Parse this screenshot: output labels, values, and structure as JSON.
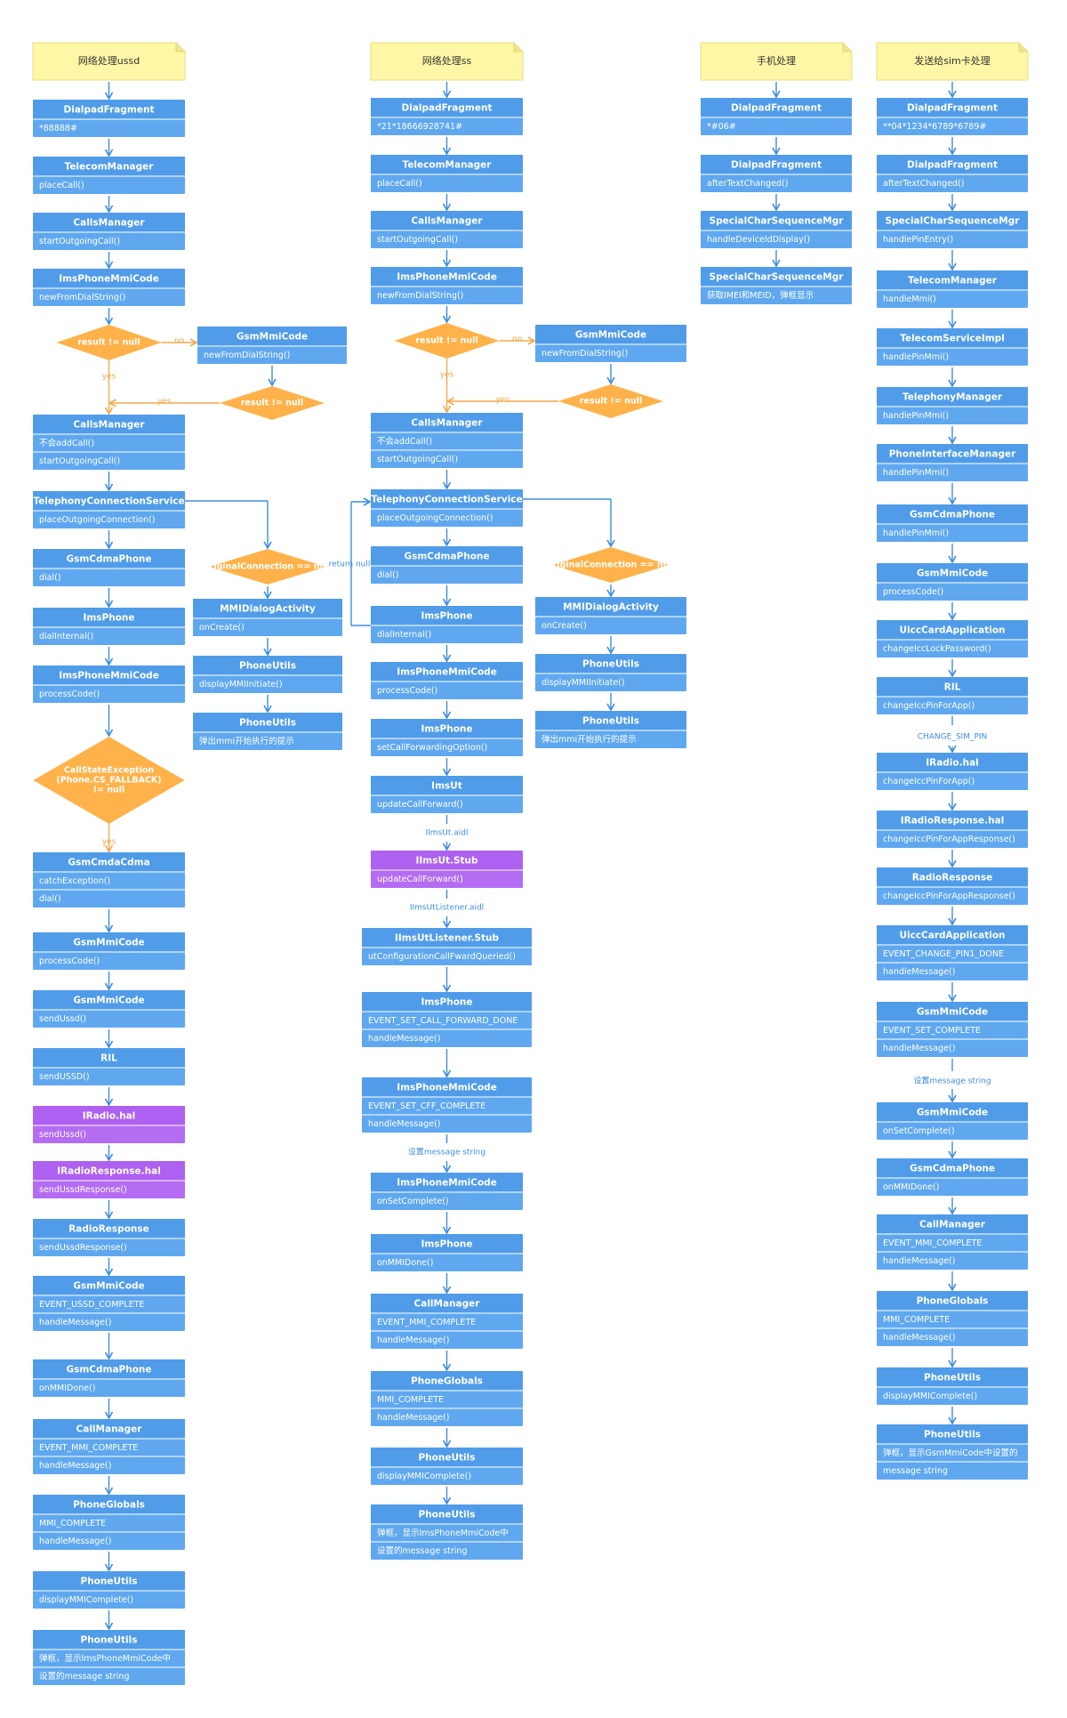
{
  "colors": {
    "blue": "#5fa8f0",
    "blue_dark": "#3e8ee0",
    "blue_line": "#dff0ff",
    "purple": "#b36cf2",
    "purple_line": "#f0dcff",
    "orange": "#ffb24a",
    "note": "#fff7a6",
    "arrow": "#3d8ddf",
    "orange_arrow": "#f5a74a"
  },
  "columns": [
    {
      "id": "c1",
      "note": "网络处理ussd",
      "nodes": [
        {
          "title": "DialpadFragment",
          "lines": [
            "*88888#"
          ]
        },
        {
          "title": "TelecomManager",
          "lines": [
            "placeCall()"
          ]
        },
        {
          "title": "CallsManager",
          "lines": [
            "startOutgoingCall()"
          ]
        },
        {
          "title": "ImsPhoneMmiCode",
          "lines": [
            "newFromDialString()"
          ]
        },
        {
          "decision": "result != null"
        },
        {
          "title": "CallsManager",
          "lines": [
            "不会addCall()",
            "startOutgoingCall()"
          ]
        },
        {
          "title": "TelephonyConnectionService",
          "lines": [
            "placeOutgoingConnection()"
          ]
        },
        {
          "title": "GsmCdmaPhone",
          "lines": [
            "dial()"
          ]
        },
        {
          "title": "ImsPhone",
          "lines": [
            "dialInternal()"
          ]
        },
        {
          "title": "ImsPhoneMmiCode",
          "lines": [
            "processCode()"
          ]
        },
        {
          "decision": "CallStateException\n(Phone.CS_FALLBACK)\n!= null"
        },
        {
          "title": "GsmCmdaCdma",
          "lines": [
            "catchException()",
            "dial()"
          ]
        },
        {
          "title": "GsmMmiCode",
          "lines": [
            "processCode()"
          ]
        },
        {
          "title": "GsmMmiCode",
          "lines": [
            "sendUssd()"
          ]
        },
        {
          "title": "RIL",
          "lines": [
            "sendUSSD()"
          ]
        },
        {
          "title": "IRadio.hal",
          "lines": [
            "sendUssd()"
          ],
          "purple": true
        },
        {
          "title": "IRadioResponse.hal",
          "lines": [
            "sendUssdResponse()"
          ],
          "purple": true
        },
        {
          "title": "RadioResponse",
          "lines": [
            "sendUssdResponse()"
          ]
        },
        {
          "title": "GsmMmiCode",
          "lines": [
            "EVENT_USSD_COMPLETE",
            "handleMessage()"
          ]
        },
        {
          "title": "GsmCdmaPhone",
          "lines": [
            "onMMIDone()"
          ]
        },
        {
          "title": "CallManager",
          "lines": [
            "EVENT_MMI_COMPLETE",
            "handleMessage()"
          ]
        },
        {
          "title": "PhoneGlobals",
          "lines": [
            "MMI_COMPLETE",
            "handleMessage()"
          ]
        },
        {
          "title": "PhoneUtils",
          "lines": [
            "displayMMIComplete()"
          ]
        },
        {
          "title": "PhoneUtils",
          "lines": [
            "弹框，显示ImsPhoneMmiCode中",
            "设置的message string"
          ]
        }
      ],
      "side": [
        {
          "title": "GsmMmiCode",
          "lines": [
            "newFromDialString()"
          ]
        },
        {
          "decision": "result != null"
        },
        {
          "decision": "originalConnection == null"
        },
        {
          "title": "MMIDialogActivity",
          "lines": [
            "onCreate()"
          ]
        },
        {
          "title": "PhoneUtils",
          "lines": [
            "displayMMIInitiate()"
          ]
        },
        {
          "title": "PhoneUtils",
          "lines": [
            "弹出mmi开始执行的提示"
          ]
        }
      ]
    },
    {
      "id": "c2",
      "note": "网络处理ss",
      "nodes": [
        {
          "title": "DialpadFragment",
          "lines": [
            "*21*18666928741#"
          ]
        },
        {
          "title": "TelecomManager",
          "lines": [
            "placeCall()"
          ]
        },
        {
          "title": "CallsManager",
          "lines": [
            "startOutgoingCall()"
          ]
        },
        {
          "title": "ImsPhoneMmiCode",
          "lines": [
            "newFromDialString()"
          ]
        },
        {
          "decision": "result != null"
        },
        {
          "title": "CallsManager",
          "lines": [
            "不会addCall()",
            "startOutgoingCall()"
          ]
        },
        {
          "title": "TelephonyConnectionService",
          "lines": [
            "placeOutgoingConnection()"
          ]
        },
        {
          "title": "GsmCdmaPhone",
          "lines": [
            "dial()"
          ]
        },
        {
          "title": "ImsPhone",
          "lines": [
            "dialInternal()"
          ]
        },
        {
          "title": "ImsPhoneMmiCode",
          "lines": [
            "processCode()"
          ]
        },
        {
          "title": "ImsPhone",
          "lines": [
            "setCallForwardingOption()"
          ]
        },
        {
          "title": "ImsUt",
          "lines": [
            "updateCallForward()"
          ]
        },
        {
          "title": "IImsUt.Stub",
          "lines": [
            "updateCallForward()"
          ],
          "purple": true
        },
        {
          "title": "IImsUtListener.Stub",
          "lines": [
            "utConfigurationCallFwardQueried()"
          ]
        },
        {
          "title": "ImsPhone",
          "lines": [
            "EVENT_SET_CALL_FORWARD_DONE",
            "handleMessage()"
          ]
        },
        {
          "title": "ImsPhoneMmiCode",
          "lines": [
            "EVENT_SET_CFF_COMPLETE",
            "handleMessage()"
          ]
        },
        {
          "title": "ImsPhoneMmiCode",
          "lines": [
            "onSetComplete()"
          ]
        },
        {
          "title": "ImsPhone",
          "lines": [
            "onMMIDone()"
          ]
        },
        {
          "title": "CallManager",
          "lines": [
            "EVENT_MMI_COMPLETE",
            "handleMessage()"
          ]
        },
        {
          "title": "PhoneGlobals",
          "lines": [
            "MMI_COMPLETE",
            "handleMessage()"
          ]
        },
        {
          "title": "PhoneUtils",
          "lines": [
            "displayMMIComplete()"
          ]
        },
        {
          "title": "PhoneUtils",
          "lines": [
            "弹框，显示ImsPhoneMmiCode中",
            "设置的message string"
          ]
        }
      ],
      "side": [
        {
          "title": "GsmMmiCode",
          "lines": [
            "newFromDialString()"
          ]
        },
        {
          "decision": "result != null"
        },
        {
          "decision": "originalConnection == null"
        },
        {
          "title": "MMIDialogActivity",
          "lines": [
            "onCreate()"
          ]
        },
        {
          "title": "PhoneUtils",
          "lines": [
            "displayMMIInitiate()"
          ]
        },
        {
          "title": "PhoneUtils",
          "lines": [
            "弹出mmi开始执行的提示"
          ]
        }
      ]
    },
    {
      "id": "c3",
      "note": "手机处理",
      "nodes": [
        {
          "title": "DialpadFragment",
          "lines": [
            "*#06#"
          ]
        },
        {
          "title": "DialpadFragment",
          "lines": [
            "afterTextChanged()"
          ]
        },
        {
          "title": "SpecialCharSequenceMgr",
          "lines": [
            "handleDeviceIdDisplay()"
          ]
        },
        {
          "title": "SpecialCharSequenceMgr",
          "lines": [
            "获取IMEI和MEID，弹框显示"
          ]
        }
      ]
    },
    {
      "id": "c4",
      "note": "发送给sim卡处理",
      "nodes": [
        {
          "title": "DialpadFragment",
          "lines": [
            "**04*1234*6789*6789#"
          ]
        },
        {
          "title": "DialpadFragment",
          "lines": [
            "afterTextChanged()"
          ]
        },
        {
          "title": "SpecialCharSequenceMgr",
          "lines": [
            "handlePinEntry()"
          ]
        },
        {
          "title": "TelecomManager",
          "lines": [
            "handleMmi()"
          ]
        },
        {
          "title": "TelecomServiceImpl",
          "lines": [
            "handlePinMmi()"
          ]
        },
        {
          "title": "TelephonyManager",
          "lines": [
            "handlePinMmi()"
          ]
        },
        {
          "title": "PhoneInterfaceManager",
          "lines": [
            "handlePinMmi()"
          ]
        },
        {
          "title": "GsmCdmaPhone",
          "lines": [
            "handlePinMmi()"
          ]
        },
        {
          "title": "GsmMmiCode",
          "lines": [
            "processCode()"
          ]
        },
        {
          "title": "UiccCardApplication",
          "lines": [
            "changeIccLockPassword()"
          ]
        },
        {
          "title": "RIL",
          "lines": [
            "changeIccPinForApp()"
          ]
        },
        {
          "title": "IRadio.hal",
          "lines": [
            "changeIccPinForApp()"
          ]
        },
        {
          "title": "IRadioResponse.hal",
          "lines": [
            "changeIccPinForAppResponse()"
          ]
        },
        {
          "title": "RadioResponse",
          "lines": [
            "changeIccPinForAppResponse()"
          ]
        },
        {
          "title": "UiccCardApplication",
          "lines": [
            "EVENT_CHANGE_PIN1_DONE",
            "handleMessage()"
          ]
        },
        {
          "title": "GsmMmiCode",
          "lines": [
            "EVENT_SET_COMPLETE",
            "handleMessage()"
          ]
        },
        {
          "title": "GsmMmiCode",
          "lines": [
            "onSetComplete()"
          ]
        },
        {
          "title": "GsmCdmaPhone",
          "lines": [
            "onMMIDone()"
          ]
        },
        {
          "title": "CallManager",
          "lines": [
            "EVENT_MMI_COMPLETE",
            "handleMessage()"
          ]
        },
        {
          "title": "PhoneGlobals",
          "lines": [
            "MMI_COMPLETE",
            "handleMessage()"
          ]
        },
        {
          "title": "PhoneUtils",
          "lines": [
            "displayMMIComplete()"
          ]
        },
        {
          "title": "PhoneUtils",
          "lines": [
            "弹框，显示GsmMmiCode中设置的",
            "message string"
          ]
        }
      ]
    }
  ],
  "edge_labels": {
    "no": "no",
    "yes": "yes",
    "return_null": "return null",
    "iimsut_aidl": "IImsUt.aidl",
    "iimsutlistener_aidl": "IImsUtListener.aidl",
    "set_message_string": "设置message string",
    "change_sim_pin": "CHANGE_SIM_PIN"
  }
}
